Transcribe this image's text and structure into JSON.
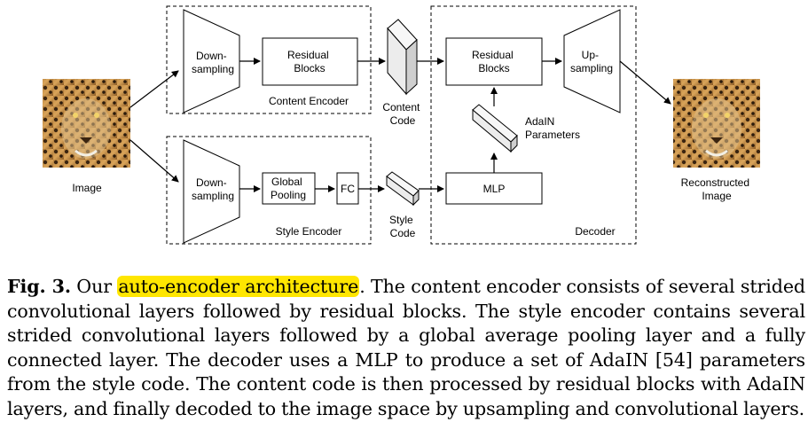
{
  "figure": {
    "content_encoder": {
      "title": "Content Encoder",
      "downsampling": [
        "Down-",
        "sampling"
      ],
      "residual": [
        "Residual",
        "Blocks"
      ]
    },
    "style_encoder": {
      "title": "Style Encoder",
      "downsampling": [
        "Down-",
        "sampling"
      ],
      "global_pooling": [
        "Global",
        "Pooling"
      ],
      "fc": "FC"
    },
    "decoder": {
      "title": "Decoder",
      "residual": [
        "Residual",
        "Blocks"
      ],
      "upsampling": [
        "Up-",
        "sampling"
      ],
      "mlp": "MLP",
      "adain": [
        "AdaIN",
        "Parameters"
      ]
    },
    "content_code": [
      "Content",
      "Code"
    ],
    "style_code": [
      "Style",
      "Code"
    ],
    "input_label": "Image",
    "output_label": [
      "Reconstructed",
      "Image"
    ]
  },
  "caption": {
    "label": "Fig. 3.",
    "lead": "Our",
    "highlighted": "auto-encoder architecture",
    "body": ". The content encoder consists of several strided convolutional layers followed by residual blocks. The style encoder contains several strided convolutional layers followed by a global average pooling layer and a fully connected layer. The decoder uses a MLP to produce a set of AdaIN [54] parameters from the style code. The content code is then processed by residual blocks with AdaIN layers, and finally decoded to the image space by upsampling and convolutional layers."
  },
  "colors": {
    "highlight": "#ffe600",
    "block_fill": "#ffffff",
    "code_fill": "#e8e8e8"
  }
}
